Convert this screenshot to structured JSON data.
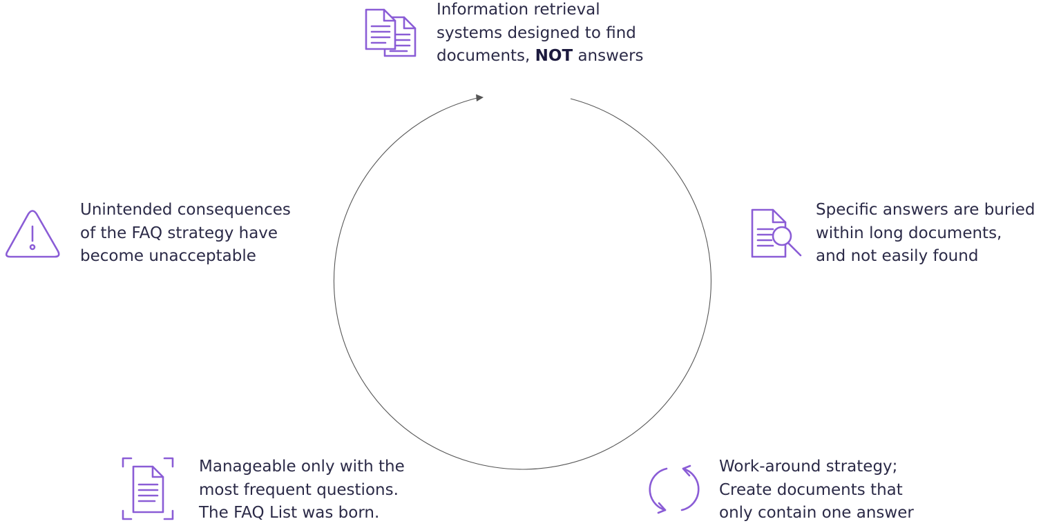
{
  "diagram": {
    "type": "cycle",
    "accent_color": "#8a5cd6",
    "line_color": "#555555",
    "nodes": [
      {
        "id": "top",
        "icon": "documents-icon",
        "lines": [
          "Information retrieval",
          "systems designed to find"
        ],
        "last_line": {
          "before": "documents, ",
          "bold": "NOT",
          "after": " answers"
        }
      },
      {
        "id": "right",
        "icon": "document-search-icon",
        "lines": [
          "Specific answers are buried",
          "within long documents,",
          "and not easily found"
        ]
      },
      {
        "id": "bottom-right",
        "icon": "refresh-cycle-icon",
        "lines": [
          "Work-around strategy;",
          "Create documents that",
          "only contain one answer"
        ]
      },
      {
        "id": "bottom-left",
        "icon": "framed-document-icon",
        "lines": [
          "Manageable only with the",
          "most frequent questions.",
          "The FAQ List was born."
        ]
      },
      {
        "id": "left",
        "icon": "warning-icon",
        "lines": [
          "Unintended consequences",
          "of the FAQ strategy have",
          "become unacceptable"
        ]
      }
    ]
  }
}
